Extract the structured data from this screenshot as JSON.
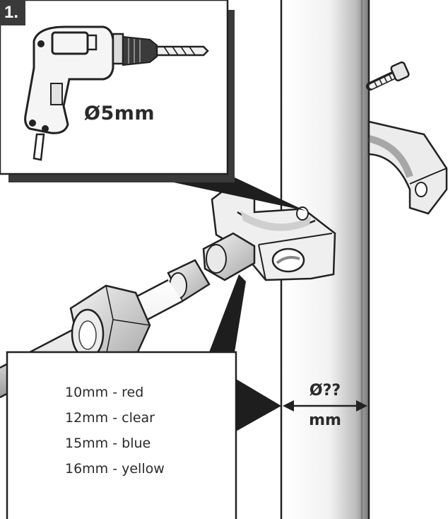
{
  "step_badge": "1.",
  "drill": {
    "bit_size": "Ø5mm"
  },
  "pipe_dimension": {
    "diameter": "Ø??",
    "unit": "mm"
  },
  "colour_guide": [
    {
      "text": "10mm - red"
    },
    {
      "text": "12mm - clear"
    },
    {
      "text": "15mm - blue"
    },
    {
      "text": "16mm - yellow"
    }
  ]
}
